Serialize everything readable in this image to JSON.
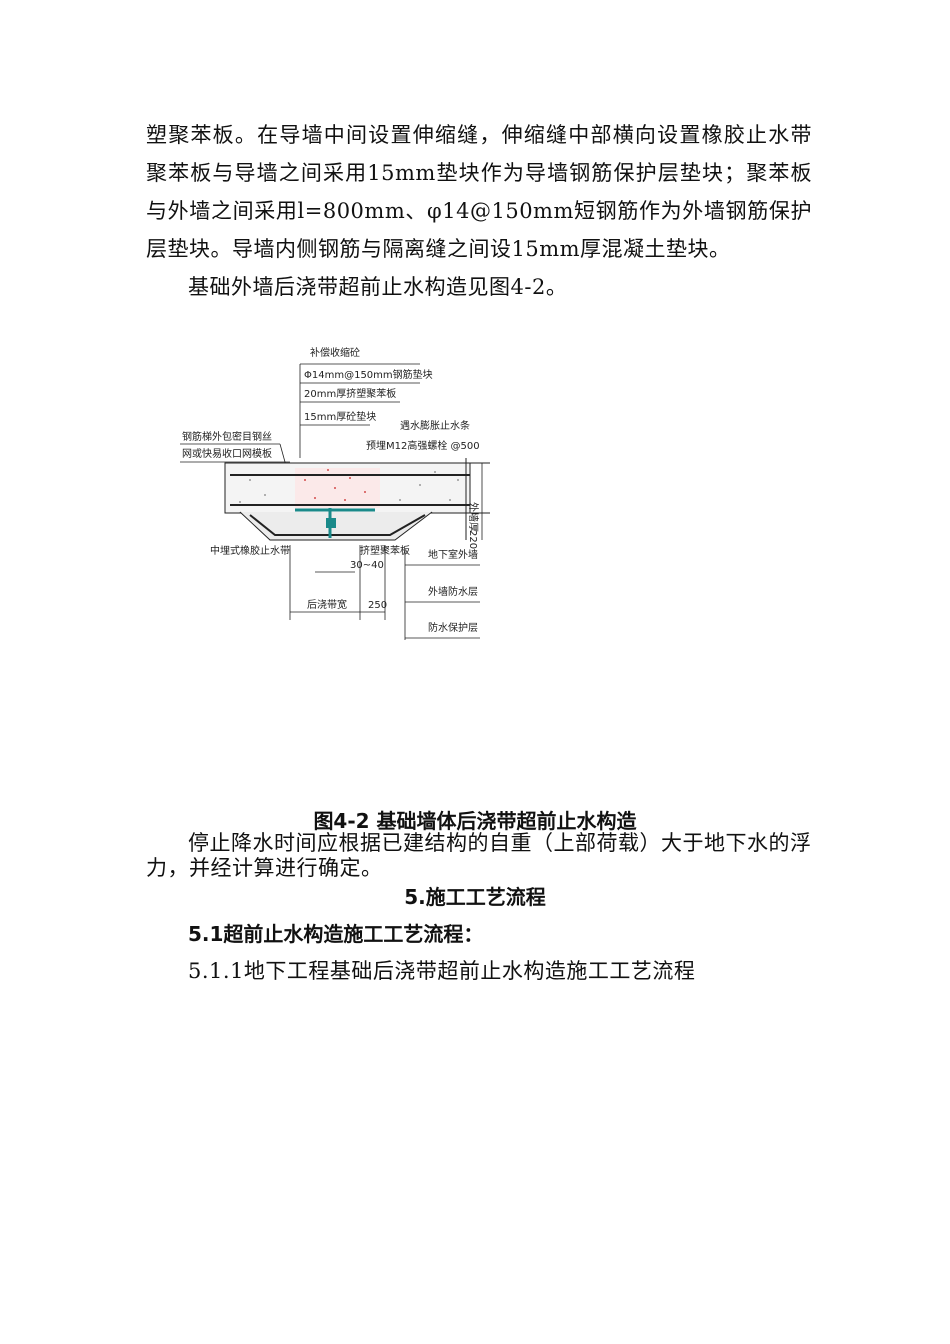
{
  "body": {
    "para1": "塑聚苯板。在导墙中间设置伸缩缝，伸缩缝中部横向设置橡胶止水带聚苯板与导墙之间采用15mm垫块作为导墙钢筋保护层垫块；聚苯板与外墙之间采用l=800mm、φ14@150mm短钢筋作为外墙钢筋保护层垫块。导墙内侧钢筋与隔离缝之间设15mm厚混凝土垫块。",
    "para2": "基础外墙后浇带超前止水构造见图4-2。",
    "figure_caption": "图4-2 基础墙体后浇带超前止水构造",
    "para3": "停止降水时间应根据已建结构的自重（上部荷载）大于地下水的浮力，并经计算进行确定。",
    "section_heading": "5.施工工艺流程",
    "subsection_heading": "5.1超前止水构造施工工艺流程：",
    "step_text": "5.1.1地下工程基础后浇带超前止水构造施工工艺流程"
  },
  "figure": {
    "labels": {
      "l1": "补偿收缩砼",
      "l2": "Φ14mm@150mm钢筋垫块",
      "l3": "20mm厚挤塑聚苯板",
      "l4": "15mm厚砼垫块",
      "l5": "遇水膨胀止水条",
      "l6": "预埋M12高强螺栓 @500",
      "l7": "钢筋梯外包密目钢丝",
      "l8": "网或快易收口网模板",
      "l9": "中埋式橡胶止水带",
      "l10": "挤塑聚苯板",
      "l11": "地下室外墙",
      "l12": "外墙防水层",
      "l13": "防水保护层",
      "d1": "30~40",
      "d2": "后浇带宽",
      "d3": "250",
      "d4": "外墙厚",
      "d5": "220"
    },
    "colors": {
      "line": "#222222",
      "accent": "#c81e1e",
      "rebar": "#1a8a8a"
    }
  }
}
